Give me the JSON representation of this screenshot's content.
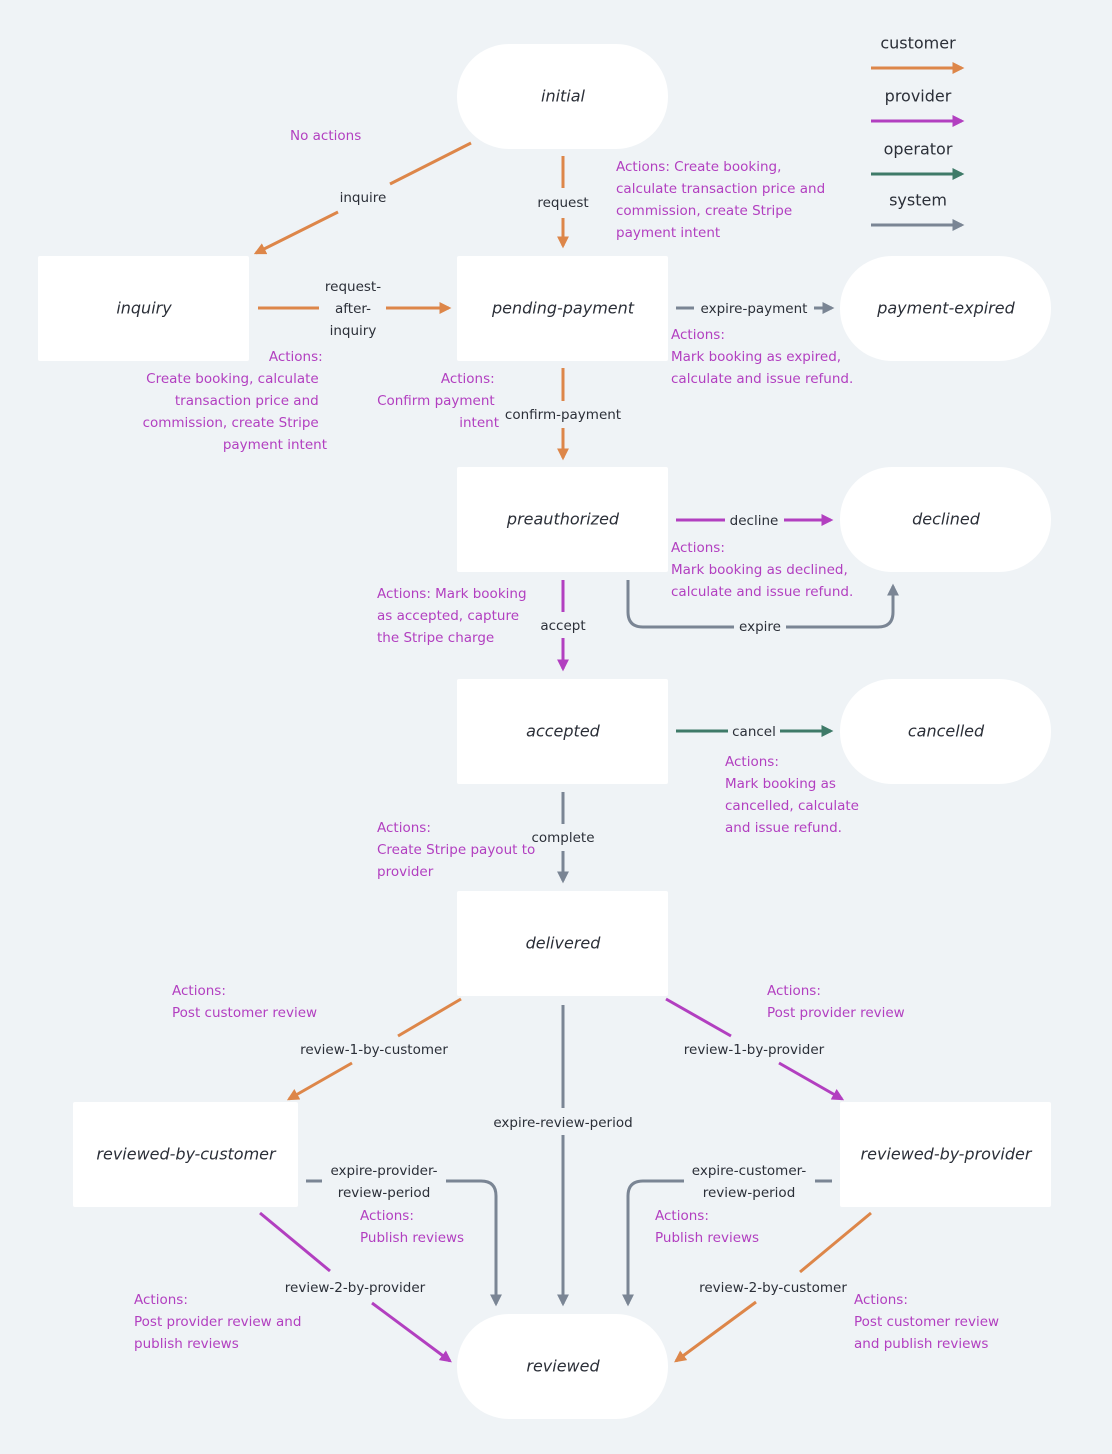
{
  "colors": {
    "customer": "#dd8649",
    "provider": "#b23fc0",
    "operator": "#3e7a68",
    "system": "#7a8594",
    "note_text": "#b23fc0",
    "background": "#eff3f6",
    "node_fill": "#ffffff",
    "text": "#2b2f38"
  },
  "legend": {
    "customer": "customer",
    "provider": "provider",
    "operator": "operator",
    "system": "system"
  },
  "states": {
    "initial": "initial",
    "inquiry": "inquiry",
    "pending_payment": "pending-payment",
    "payment_expired": "payment-expired",
    "preauthorized": "preauthorized",
    "declined": "declined",
    "accepted": "accepted",
    "cancelled": "cancelled",
    "delivered": "delivered",
    "reviewed_by_customer": "reviewed-by-customer",
    "reviewed_by_provider": "reviewed-by-provider",
    "reviewed": "reviewed"
  },
  "transitions": {
    "inquire": "inquire",
    "request": "request",
    "request_after_inquiry": [
      "request-",
      "after-",
      "inquiry"
    ],
    "expire_payment": "expire-payment",
    "confirm_payment": "confirm-payment",
    "decline": "decline",
    "expire": "expire",
    "accept": "accept",
    "cancel": "cancel",
    "complete": "complete",
    "review_1_by_customer": "review-1-by-customer",
    "review_1_by_provider": "review-1-by-provider",
    "expire_review_period": "expire-review-period",
    "expire_provider_review_period": [
      "expire-provider-",
      "review-period"
    ],
    "expire_customer_review_period": [
      "expire-customer-",
      "review-period"
    ],
    "review_2_by_provider": "review-2-by-provider",
    "review_2_by_customer": "review-2-by-customer"
  },
  "notes": {
    "no_actions": [
      "No actions"
    ],
    "request_actions": [
      "Actions: Create booking,",
      "calculate transaction price and",
      "commission, create Stripe",
      "payment intent"
    ],
    "inquiry_actions": [
      "Actions:",
      "Create booking, calculate",
      "transaction price and",
      "commission, create Stripe",
      "payment intent"
    ],
    "confirm_actions": [
      "Actions:",
      "Confirm payment",
      "intent"
    ],
    "payment_expired_actions": [
      "Actions:",
      "Mark booking as expired,",
      "calculate and issue refund."
    ],
    "declined_actions": [
      "Actions:",
      "Mark booking as declined,",
      "calculate and issue refund."
    ],
    "accept_actions": [
      "Actions: Mark booking",
      "as accepted, capture",
      "the Stripe charge"
    ],
    "cancel_actions": [
      "Actions:",
      "Mark booking as",
      "cancelled, calculate",
      "and issue refund."
    ],
    "complete_actions": [
      "Actions:",
      "Create Stripe payout to",
      "provider"
    ],
    "customer_review_actions": [
      "Actions:",
      "Post customer review"
    ],
    "provider_review_actions": [
      "Actions:",
      "Post provider review"
    ],
    "publish_left": [
      "Actions:",
      "Publish reviews"
    ],
    "publish_right": [
      "Actions:",
      "Publish reviews"
    ],
    "provider_review_publish": [
      "Actions:",
      "Post provider review and",
      "publish reviews"
    ],
    "customer_review_publish": [
      "Actions:",
      "Post customer review",
      "and publish reviews"
    ]
  }
}
